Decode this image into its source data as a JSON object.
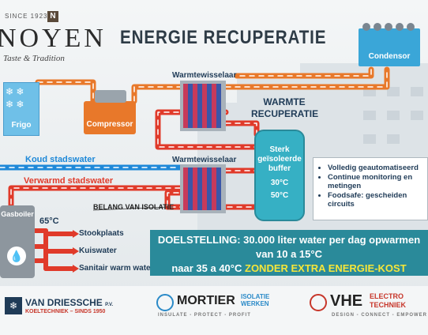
{
  "brand": {
    "since": "SINCE 1923",
    "name": "NOYEN",
    "tagline": "Taste & Tradition"
  },
  "title": "ENERGIE RECUPERATIE",
  "components": {
    "condensor": "Condensor",
    "frigo": "Frigo",
    "compressor": "Compressor",
    "hx_top": "Warmtewisselaar",
    "hx_bottom": "Warmtewisselaar",
    "recovery_line1": "WARMTE",
    "recovery_line2": "RECUPERATIE",
    "buffer_line1": "Sterk",
    "buffer_line2": "geïsoleerde",
    "buffer_line3": "buffer",
    "buffer_t1": "30°C",
    "buffer_t2": "50°C",
    "gasboiler": "Gasboiler",
    "gas_temp": "65°C"
  },
  "flows": {
    "cold_water": "Koud stadswater",
    "warm_water": "Verwarmd stadswater",
    "insulation_note": "BELANG VAN ISOLATIE"
  },
  "outputs": [
    "Stookplaats",
    "Kuiswater",
    "Sanitair warm water"
  ],
  "features": [
    "Volledig geautomatiseerd",
    "Continue monitoring en metingen",
    "Foodsafe: gescheiden circuits"
  ],
  "goal": {
    "prefix": "DOELSTELLING:",
    "line1": "30.000 liter water per dag opwarmen van 10 a 15°C",
    "line2a": "naar 35 a 40°C",
    "line2b": "ZONDER EXTRA ENERGIE-KOST"
  },
  "partners": {
    "p1_name": "VAN DRIESSCHE",
    "p1_suffix": "P.V.",
    "p1_sub": "KOELTECHNIEK – SINDS 1950",
    "p2_name": "MORTIER",
    "p2_side1": "ISOLATIE",
    "p2_side2": "WERKEN",
    "p2_sub": "INSULATE - PROTECT - PROFIT",
    "p3_name": "VHE",
    "p3_side1": "ELECTRO",
    "p3_side2": "TECHNIEK",
    "p3_sub": "DESIGN - CONNECT - EMPOWER"
  },
  "colors": {
    "hot": "#e03a2a",
    "warm": "#e8782a",
    "cold": "#1e88d8",
    "teal": "#2a8a9a",
    "navy": "#1f3b57"
  }
}
